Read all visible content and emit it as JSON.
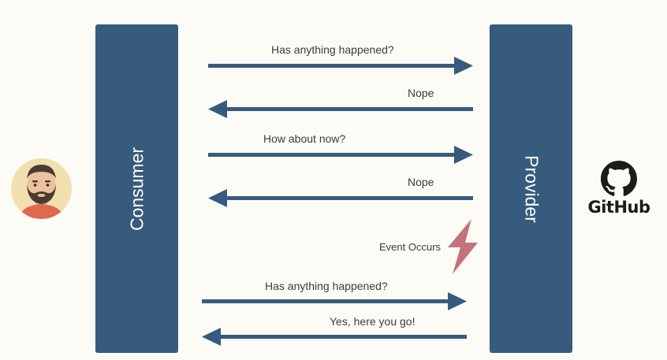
{
  "lanes": {
    "consumer": "Consumer",
    "provider": "Provider"
  },
  "messages": [
    {
      "text": "Has anything happened?",
      "direction": "to-provider"
    },
    {
      "text": "Nope",
      "direction": "to-consumer"
    },
    {
      "text": "How about now?",
      "direction": "to-provider"
    },
    {
      "text": "Nope",
      "direction": "to-consumer"
    },
    {
      "text": "Has anything happened?",
      "direction": "to-provider"
    },
    {
      "text": "Yes, here you go!",
      "direction": "to-consumer"
    }
  ],
  "event": {
    "label": "Event Occurs"
  },
  "logos": {
    "provider_logo": "GitHub"
  },
  "colors": {
    "lane": "#375b7d",
    "arrow": "#375b7d",
    "bolt": "#c4727d",
    "background": "#fcfbf6"
  },
  "icons": {
    "consumer": "bearded-person-avatar-icon",
    "provider": "github-octocat-icon",
    "event": "lightning-bolt-icon"
  }
}
